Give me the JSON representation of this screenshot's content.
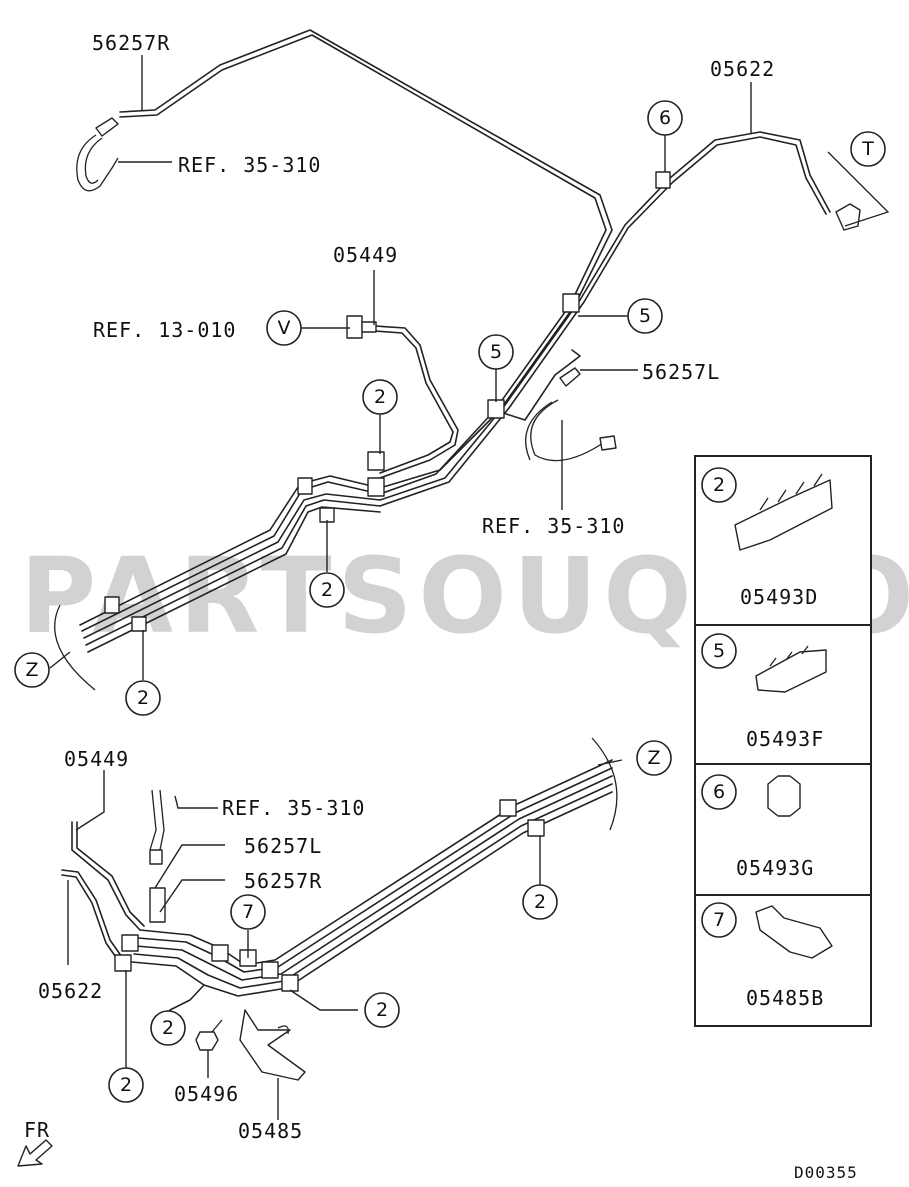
{
  "watermark": "PARTSOUQ.COM",
  "diagram_code": "D00355",
  "direction_label": "FR",
  "labels": {
    "hose_rear_right": "56257R",
    "ref_35_310_top": "REF. 35-310",
    "clip_rear": "05622",
    "ref_letter_t": "T",
    "brake_line_top": "05449",
    "ref_13_010": "REF. 13-010",
    "ref_letter_v": "V",
    "hose_rear_left": "56257L",
    "ref_35_310_mid": "REF. 35-310",
    "ref_letter_z_top": "Z",
    "brake_line_bottom": "05449",
    "ref_35_310_bottom": "REF. 35-310",
    "hose_left_bottom": "56257L",
    "hose_right_bottom": "56257R",
    "ref_letter_z_bottom": "Z",
    "clip_front": "05622",
    "bolt": "05496",
    "bracket": "05485"
  },
  "callouts": {
    "c6": "6",
    "c5a": "5",
    "c5b": "5",
    "c2a": "2",
    "c2b": "2",
    "c2c": "2",
    "c2d": "2",
    "c2e": "2",
    "c2f": "2",
    "c2g": "2",
    "c7": "7"
  },
  "legend": [
    {
      "ref": "2",
      "part_number": "05493D"
    },
    {
      "ref": "5",
      "part_number": "05493F"
    },
    {
      "ref": "6",
      "part_number": "05493G"
    },
    {
      "ref": "7",
      "part_number": "05485B"
    }
  ]
}
